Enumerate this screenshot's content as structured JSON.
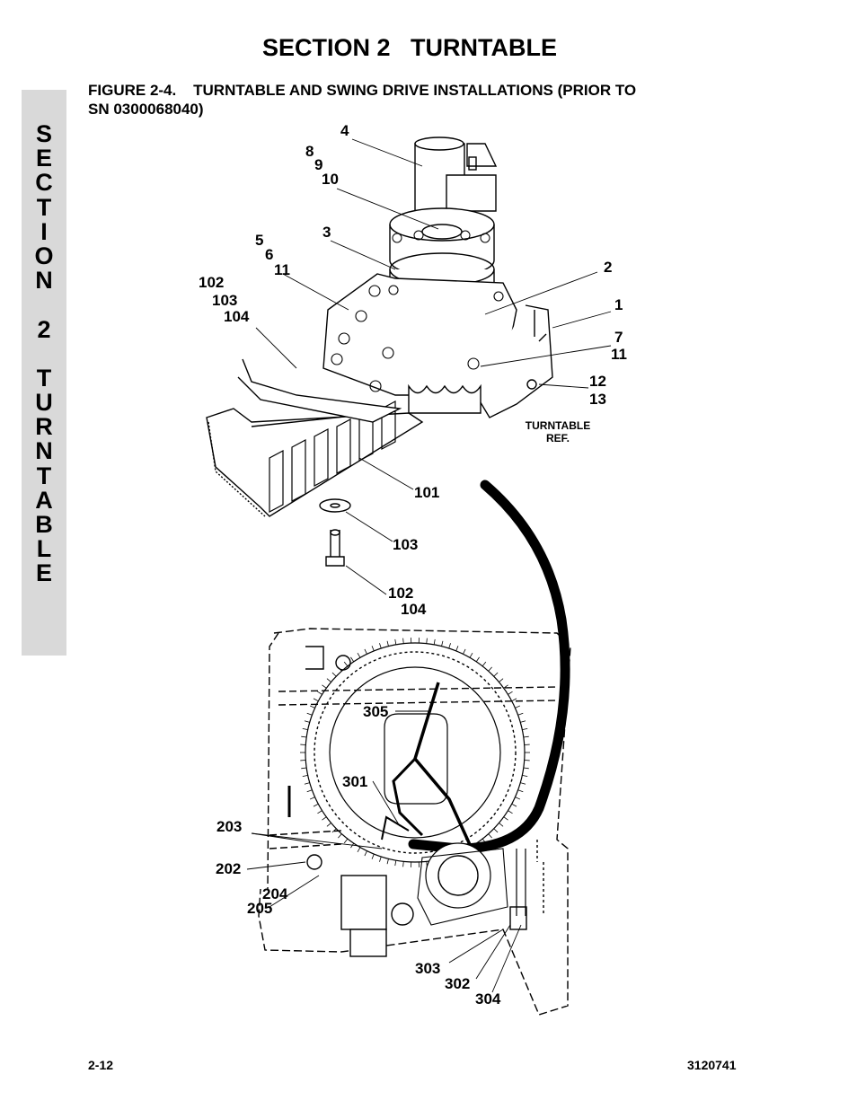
{
  "header": {
    "section_title": "SECTION 2   TURNTABLE",
    "figure_title": "FIGURE 2-4.    TURNTABLE AND SWING DRIVE INSTALLATIONS (PRIOR TO\nSN 0300068040)"
  },
  "side_tab": {
    "letters": [
      "S",
      "E",
      "C",
      "T",
      "I",
      "O",
      "N",
      "",
      "2",
      "",
      "T",
      "U",
      "R",
      "N",
      "T",
      "A",
      "B",
      "L",
      "E"
    ]
  },
  "callouts": {
    "c4": "4",
    "c8": "8",
    "c9": "9",
    "c10": "10",
    "c3": "3",
    "c5": "5",
    "c6": "6",
    "c11a": "11",
    "c102a": "102",
    "c103a": "103",
    "c104a": "104",
    "c2": "2",
    "c1": "1",
    "c7": "7",
    "c11b": "11",
    "c12": "12",
    "c13": "13",
    "c101": "101",
    "c103b": "103",
    "c102b": "102",
    "c104b": "104",
    "c305": "305",
    "c301": "301",
    "c203": "203",
    "c202": "202",
    "c204": "204",
    "c205": "205",
    "c303": "303",
    "c302": "302",
    "c304": "304"
  },
  "turntable_ref": {
    "line1": "TURNTABLE",
    "line2": "REF."
  },
  "footer": {
    "page_number": "2-12",
    "doc_number": "3120741"
  }
}
